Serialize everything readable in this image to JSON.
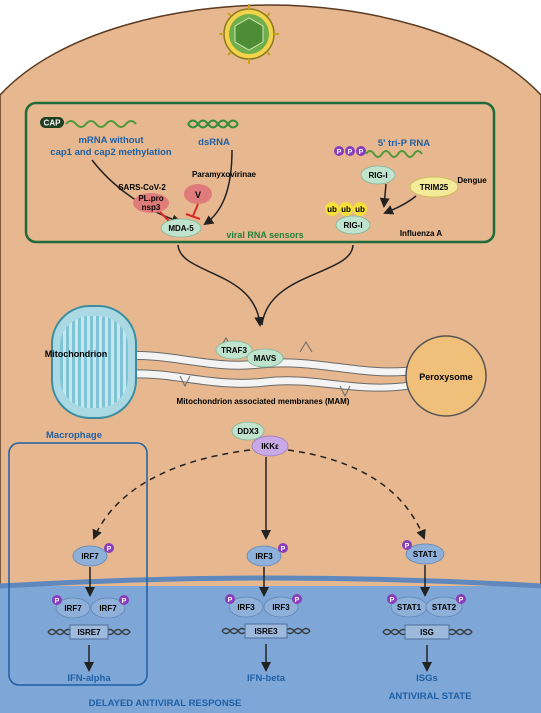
{
  "colors": {
    "cytoplasm": "#e7b88f",
    "nucleus": "#7ea7d8",
    "sensor_box": "#1f6b3a",
    "text_blue": "#1f5fa5",
    "text_green": "#23813a",
    "protein_green": "#bfe3cd",
    "protein_blue": "#8fb1d9",
    "phosphate": "#8a3dbb",
    "ikk": "#c9a8e6",
    "viral_red": "#e07b7b",
    "trim25": "#f3ea9a",
    "ubiquitin": "#f5e03a",
    "peroxisome": "#f0c07a"
  },
  "icons": [
    "virus-icon",
    "mitochondrion-icon",
    "peroxisome-icon",
    "dna-icon",
    "rna-icon",
    "phosphate-icon",
    "inhibition-icon"
  ],
  "sensors": {
    "cap_label": "CAP",
    "mrna_label_1": "mRNA without",
    "mrna_label_2": "cap1 and cap2 methylation",
    "dsrna_label": "dsRNA",
    "triP_rna_label": "5' tri-P RNA",
    "sars_label": "SARS-CoV-2",
    "plpro_label_1": "PL.pro",
    "plpro_label_2": "nsp3",
    "paramyxo_label": "Paramyxovirinae",
    "v_label": "V",
    "mda5_label": "MDA-5",
    "rigi_label": "RIG-I",
    "trim25_label": "TRIM25",
    "dengue_label": "Dengue",
    "ub_label": "ub",
    "rigi2_label": "RIG-I",
    "influenza_label": "Influenza A",
    "box_title": "viral RNA sensors",
    "phosphate_label": "P"
  },
  "membrane": {
    "mito_label": "Mitochondrion",
    "traf3_label": "TRAF3",
    "mavs_label": "MAVS",
    "peroxisome_label": "Peroxysome",
    "mam_label": "Mitochondrion associated membranes (MAM)"
  },
  "signaling": {
    "macrophage_label": "Macrophage",
    "ddx3_label": "DDX3",
    "ikk_label": "IKKε",
    "irf7_label": "IRF7",
    "irf3_label": "IRF3",
    "stat1_label": "STAT1",
    "stat2_label": "STAT2",
    "isre7_label": "ISRE7",
    "isre3_label": "ISRE3",
    "isg_label": "ISG",
    "ifn_alpha_label": "IFN-alpha",
    "ifn_beta_label": "IFN-beta",
    "isgs_label": "ISGs"
  },
  "footer": {
    "delayed_label": "DELAYED ANTIVIRAL RESPONSE",
    "state_label": "ANTIVIRAL STATE"
  }
}
